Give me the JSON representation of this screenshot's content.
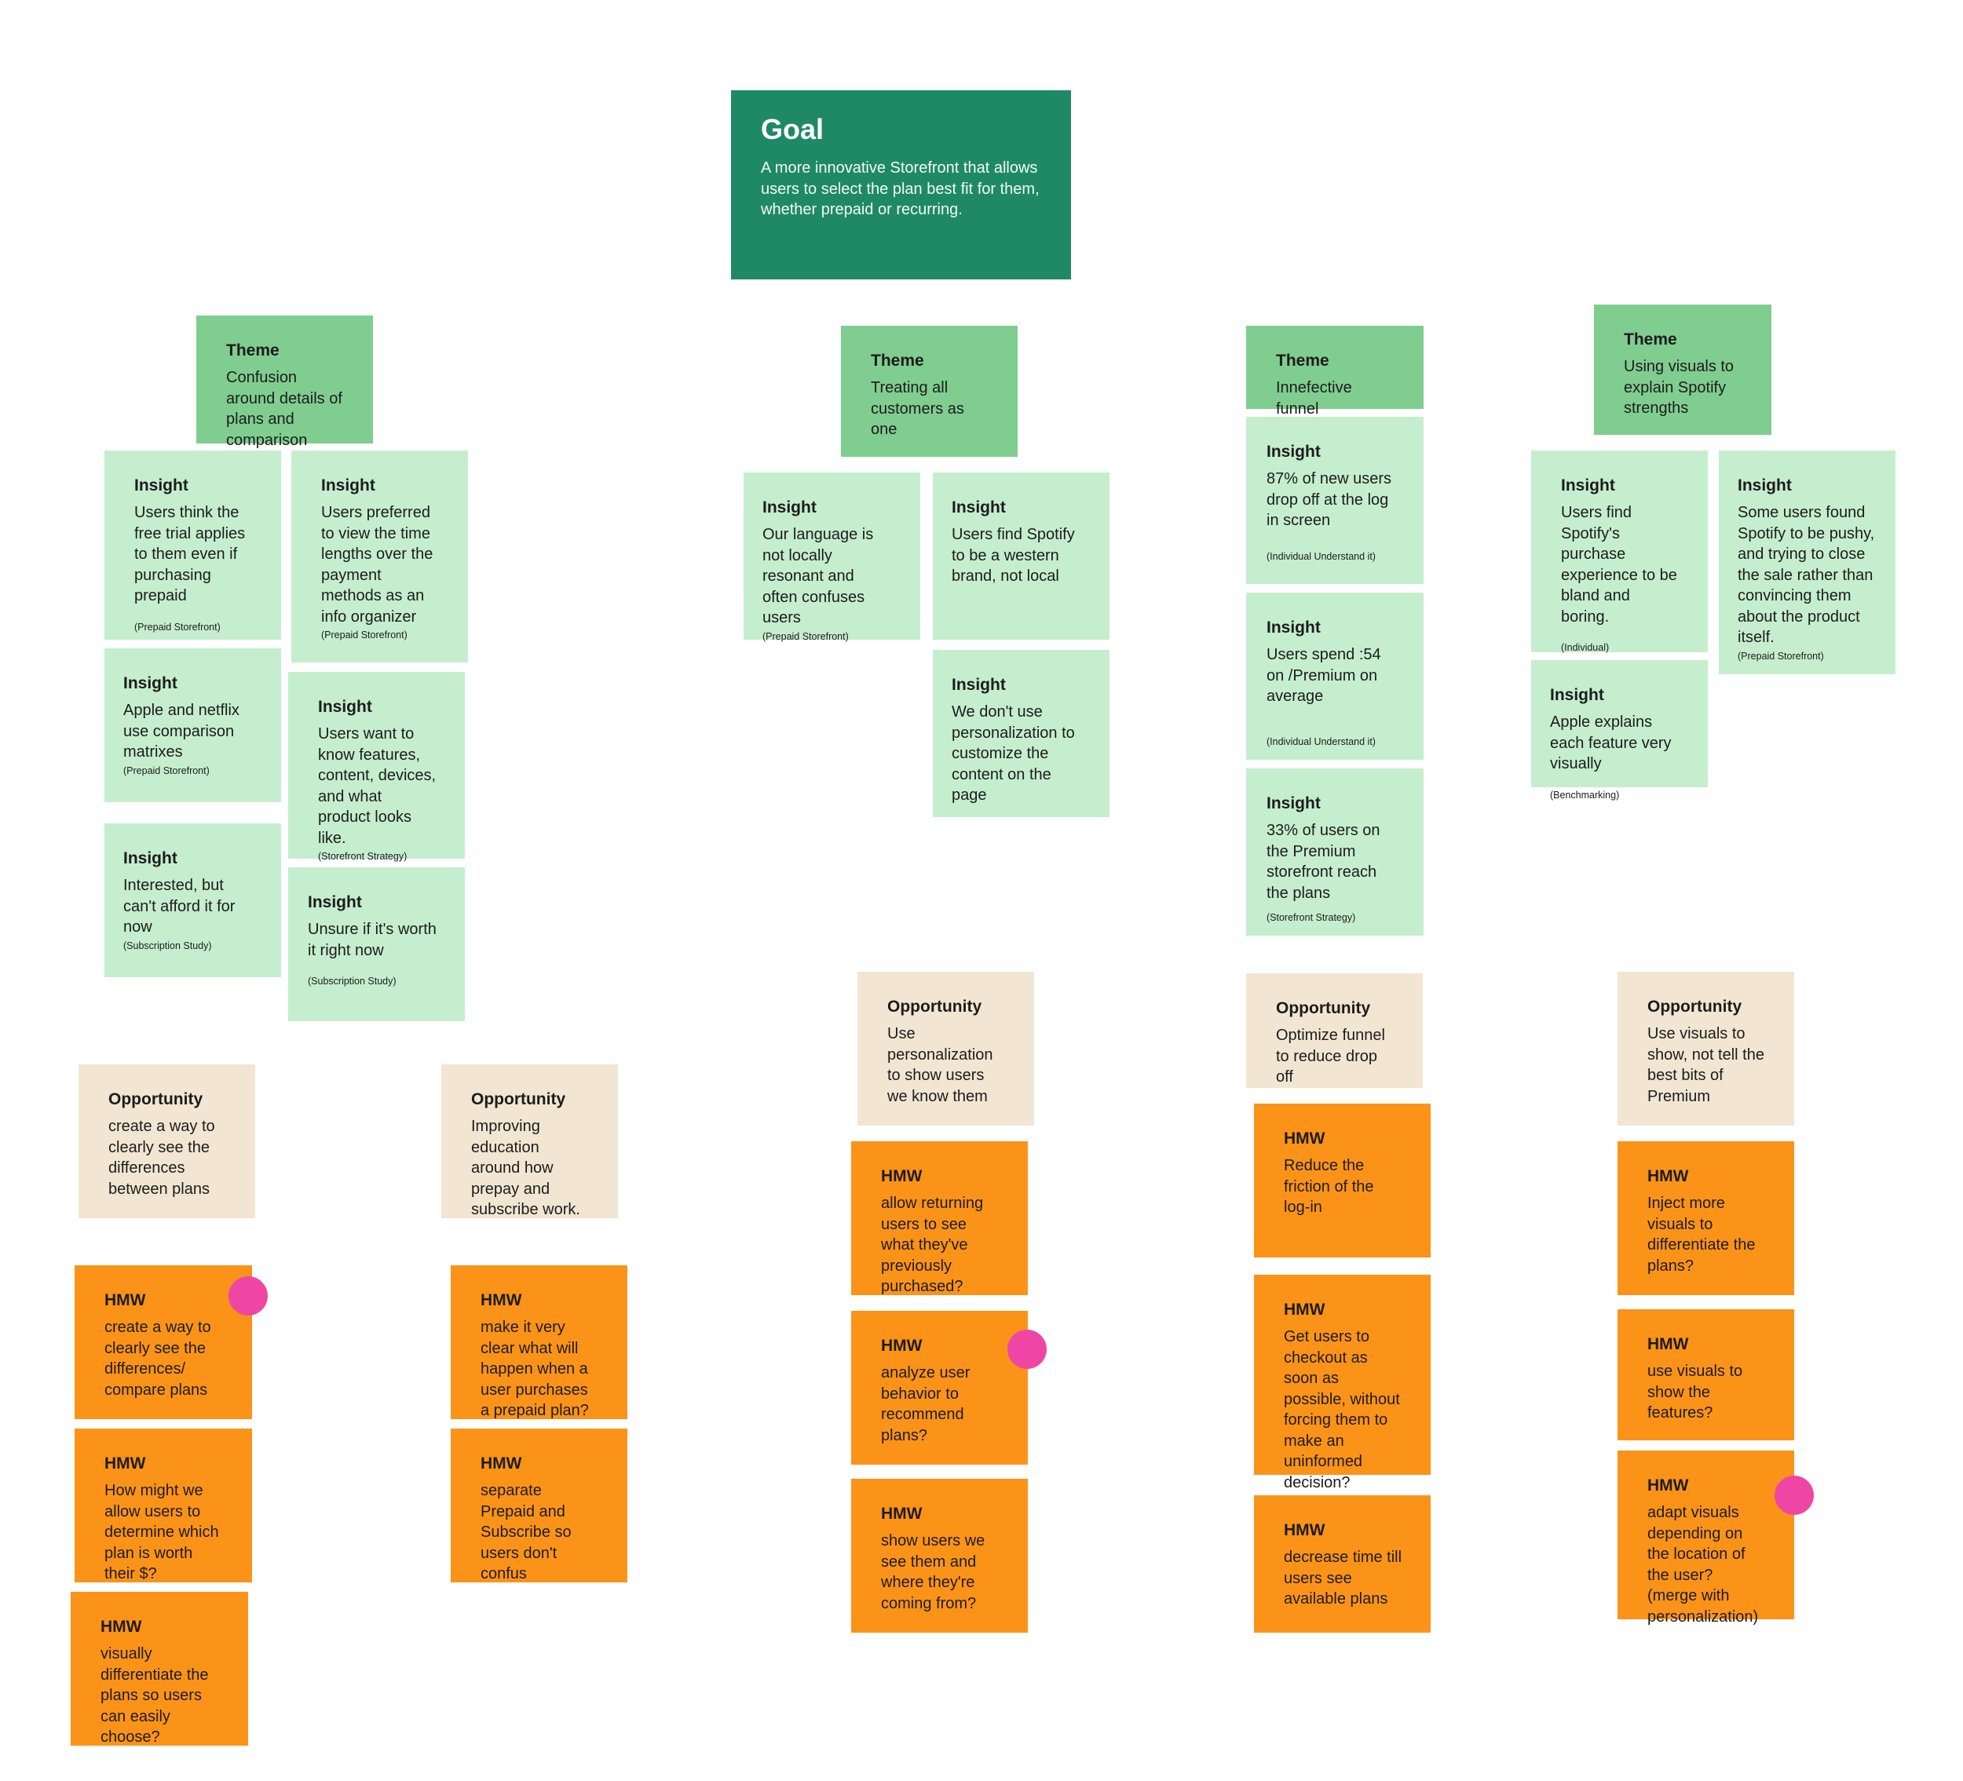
{
  "goal": {
    "title": "Goal",
    "body": "A more innovative Storefront that allows users to select the plan best fit for them, whether prepaid or recurring."
  },
  "themes": [
    {
      "label": "Theme",
      "body": "Confusion around details of plans and comparison"
    },
    {
      "label": "Theme",
      "body": "Treating all customers as one"
    },
    {
      "label": "Theme",
      "body": "Innefective funnel"
    },
    {
      "label": "Theme",
      "body": "Using visuals to explain Spotify strengths"
    }
  ],
  "insights": [
    {
      "label": "Insight",
      "body": "Users think the free trial applies to them even if purchasing prepaid",
      "source": "(Prepaid Storefront)"
    },
    {
      "label": "Insight",
      "body": "Users preferred to view the time lengths over the payment methods as an info organizer",
      "source": "(Prepaid Storefront)"
    },
    {
      "label": "Insight",
      "body": "Apple and netflix use comparison matrixes",
      "source": "(Prepaid Storefront)"
    },
    {
      "label": "Insight",
      "body": "Users want to know features, content, devices, and what product looks like.",
      "source": "(Storefront Strategy)"
    },
    {
      "label": "Insight",
      "body": "Interested, but can't afford it for now",
      "source": "(Subscription Study)"
    },
    {
      "label": "Insight",
      "body": "Unsure if it's worth it right now",
      "source": "(Subscription Study)"
    },
    {
      "label": "Insight",
      "body": "Our language is not locally resonant and often confuses users",
      "source": "(Prepaid Storefront)"
    },
    {
      "label": "Insight",
      "body": "Users find Spotify to be a western brand, not local",
      "source": ""
    },
    {
      "label": "Insight",
      "body": "We don't use personalization to customize the content on the page",
      "source": ""
    },
    {
      "label": "Insight",
      "body": "87% of new users drop off at the log in screen",
      "source": "(Individual Understand it)"
    },
    {
      "label": "Insight",
      "body": "Users spend :54 on /Premium on average",
      "source": "(Individual Understand it)"
    },
    {
      "label": "Insight",
      "body": "33% of users on the Premium storefront reach the plans",
      "source": "(Storefront Strategy)"
    },
    {
      "label": "Insight",
      "body": "Users find Spotify's purchase experience to be bland and boring.",
      "source": "(Individual)"
    },
    {
      "label": "Insight",
      "body": "Some users found Spotify to be pushy, and trying to close the sale rather than convincing them about the product itself.",
      "source": "(Prepaid Storefront)"
    },
    {
      "label": "Insight",
      "body": "Apple explains each feature very visually",
      "source": "(Benchmarking)"
    }
  ],
  "opportunities": [
    {
      "label": "Opportunity",
      "body": "create a way to clearly see the differences between plans"
    },
    {
      "label": "Opportunity",
      "body": "Improving education around how prepay and subscribe work."
    },
    {
      "label": "Opportunity",
      "body": "Use personalization to show users we know them"
    },
    {
      "label": "Opportunity",
      "body": "Optimize funnel to reduce drop off"
    },
    {
      "label": "Opportunity",
      "body": "Use visuals to show, not tell the best bits of Premium"
    }
  ],
  "hmws": [
    {
      "label": "HMW",
      "body": "create a way to clearly see the differences/ compare plans"
    },
    {
      "label": "HMW",
      "body": "How might we allow users to determine which plan is worth their $?"
    },
    {
      "label": "HMW",
      "body": "visually differentiate the plans so users can easily choose?"
    },
    {
      "label": "HMW",
      "body": "make it very clear what will happen when a user purchases a prepaid plan?"
    },
    {
      "label": "HMW",
      "body": "separate Prepaid and Subscribe so users don't confus"
    },
    {
      "label": "HMW",
      "body": "allow returning users to see what they've previously purchased?"
    },
    {
      "label": "HMW",
      "body": "analyze user behavior to recommend plans?"
    },
    {
      "label": "HMW",
      "body": "show users we see them and where they're coming from?"
    },
    {
      "label": "HMW",
      "body": "Reduce the friction of the log-in"
    },
    {
      "label": "HMW",
      "body": "Get users to checkout as soon as possible, without forcing them to make an uninformed decision?"
    },
    {
      "label": "HMW",
      "body": "decrease time till users see available plans"
    },
    {
      "label": "HMW",
      "body": "Inject more visuals to differentiate the plans?"
    },
    {
      "label": "HMW",
      "body": "use visuals to show the features?"
    },
    {
      "label": "HMW",
      "body": "adapt visuals depending on the location of the user? (merge with personalization)"
    }
  ],
  "colors": {
    "goal": "#1f8966",
    "theme": "#80cd90",
    "insight": "#c5eecf",
    "opportunity": "#f2e6d2",
    "hmw": "#fb9319",
    "vote_dot": "#ef46a6"
  }
}
